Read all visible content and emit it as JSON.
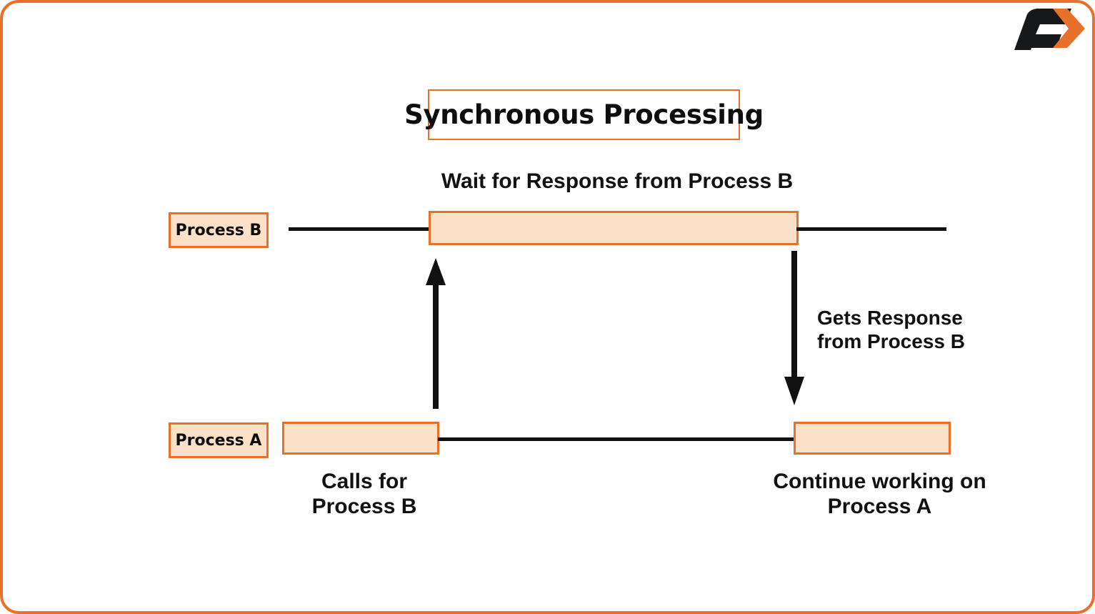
{
  "page": {
    "background_color": "#ffffff",
    "border_color": "#E8702A",
    "accent_fill": "#FCE0C8",
    "line_color": "#111111"
  },
  "logo": {
    "name": "f-arrow-logo",
    "letter": "F",
    "letter_color": "#16181a",
    "arrow_color": "#E8702A"
  },
  "title": {
    "text": "Synchronous Processing"
  },
  "lanes": [
    {
      "id": "process-b",
      "label": "Process B"
    },
    {
      "id": "process-a",
      "label": "Process A"
    }
  ],
  "annotations": {
    "wait": "Wait for Response from Process B",
    "gets": "Gets Response\nfrom Process B",
    "calls": "Calls for\nProcess B",
    "continue": "Continue working on\nProcess A"
  },
  "diagram_data": {
    "type": "sequence-diagram",
    "lanes": [
      "Process B",
      "Process A"
    ],
    "messages": [
      {
        "from": "Process A",
        "to": "Process B",
        "direction": "up",
        "label": "Calls for Process B"
      },
      {
        "from": "Process B",
        "to": "Process A",
        "direction": "down",
        "label": "Gets Response from Process B"
      }
    ],
    "activations": [
      {
        "lane": "Process B",
        "label": "Wait for Response from Process B"
      },
      {
        "lane": "Process A",
        "label": "Calls for Process B"
      },
      {
        "lane": "Process A",
        "label": "Continue working on Process A"
      }
    ]
  }
}
